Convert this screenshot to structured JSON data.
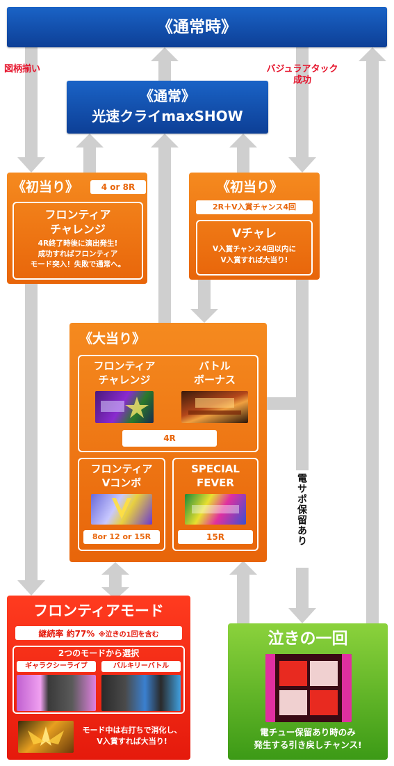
{
  "header": {
    "title": "《通常時》"
  },
  "labels": {
    "left_arrow": "図柄揃い",
    "right_arrow_line1": "バジュラアタック",
    "right_arrow_line2": "成功",
    "vertical": "電サポ保留あり"
  },
  "normal_mode": {
    "line1": "《通常》",
    "line2": "光速クライmaxSHOW"
  },
  "first_hit_left": {
    "title": "《初当り》",
    "rounds": "4 or 8R",
    "inner_title_line1": "フロンティア",
    "inner_title_line2": "チャレンジ",
    "desc_line1": "4R終了時後に演出発生!",
    "desc_line2": "成功すればフロンティア",
    "desc_line3": "モード突入！失敗で通常へ。"
  },
  "first_hit_right": {
    "title": "《初当り》",
    "rounds": "2R＋V入賞チャンス4回",
    "inner_title": "Vチャレ",
    "desc_line1": "V入賞チャンス4回以内に",
    "desc_line2": "V入賞すれば大当り!"
  },
  "big_hit": {
    "title": "《大当り》",
    "item1_line1": "フロンティア",
    "item1_line2": "チャレンジ",
    "item2_line1": "バトル",
    "item2_line2": "ボーナス",
    "top_rounds": "4R",
    "item3_line1": "フロンティア",
    "item3_line2": "Vコンボ",
    "item3_rounds": "8or 12 or 15R",
    "item4_line1": "SPECIAL",
    "item4_line2": "FEVER",
    "item4_rounds": "15R"
  },
  "frontier_mode": {
    "title": "フロンティアモード",
    "rate_label": "継続率 約77%",
    "rate_note": "※泣きの1回を含む",
    "select_title": "2つのモードから選択",
    "mode1": "ギャラクシーライブ",
    "mode2": "バルキリーバトル",
    "footer_line1": "モード中は右打ちで消化し、",
    "footer_line2": "V入賞すれば大当り!"
  },
  "naki": {
    "title": "泣きの一回",
    "desc_line1": "電チュー保留あり時のみ",
    "desc_line2": "発生する引き戻しチャンス!"
  },
  "colors": {
    "blue": "#1a63c6",
    "orange": "#f07a14",
    "green": "#5cb82a",
    "red": "#e8200f",
    "arrow": "#cccccc",
    "label_red": "#e5132b"
  }
}
